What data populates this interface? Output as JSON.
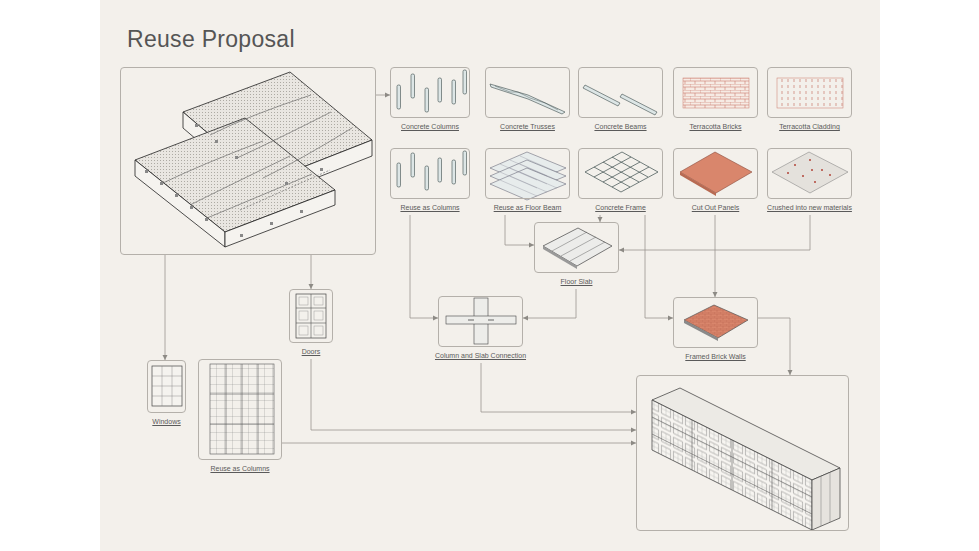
{
  "diagram": {
    "title": "Reuse Proposal",
    "nodes": [
      {
        "text": []
      },
      {
        "text": [
          "Concrete Columns"
        ]
      },
      {
        "text": [
          "Concrete Trusses"
        ]
      },
      {
        "text": [
          "Concrete Beams"
        ]
      },
      {
        "text": [
          "Terracotta Bricks"
        ]
      },
      {
        "text": [
          "Terracotta Cladding"
        ]
      },
      {
        "text": [
          "Reuse as Columns"
        ]
      },
      {
        "text": [
          "Reuse as Floor Beam"
        ]
      },
      {
        "text": [
          "Concrete Frame"
        ]
      },
      {
        "text": [
          "Cut Out Panels"
        ]
      },
      {
        "text": [
          "Crushed into new materials"
        ]
      },
      {
        "text": [
          "Floor Slab"
        ]
      },
      {
        "text": [
          "Doors"
        ]
      },
      {
        "text": [
          "Column and Slab Connection"
        ]
      },
      {
        "text": [
          "Framed Brick Walls"
        ]
      },
      {
        "text": [
          "Windows"
        ]
      },
      {
        "text": [
          "Reuse as Columns"
        ]
      },
      {
        "text": []
      }
    ],
    "edges": [
      {
        "from": 0,
        "to": 1,
        "arrow": "to"
      },
      {
        "from": 0,
        "to": 15,
        "arrow": "to"
      },
      {
        "from": 0,
        "to": 12,
        "arrow": "to"
      },
      {
        "from": 6,
        "to": 13,
        "arrow": "to"
      },
      {
        "from": 7,
        "to": 11,
        "arrow": "to"
      },
      {
        "from": 8,
        "to": 11,
        "arrow": "to"
      },
      {
        "from": 8,
        "to": 14,
        "arrow": "to"
      },
      {
        "from": 9,
        "to": 14,
        "arrow": "to"
      },
      {
        "from": 10,
        "to": 11,
        "arrow": "to"
      },
      {
        "from": 11,
        "to": 13,
        "arrow": "to"
      },
      {
        "from": 12,
        "to": 17,
        "arrow": "to"
      },
      {
        "from": 13,
        "to": 17,
        "arrow": "to"
      },
      {
        "from": 14,
        "to": 17,
        "arrow": "to"
      },
      {
        "from": 16,
        "to": 17,
        "arrow": "to"
      }
    ]
  }
}
